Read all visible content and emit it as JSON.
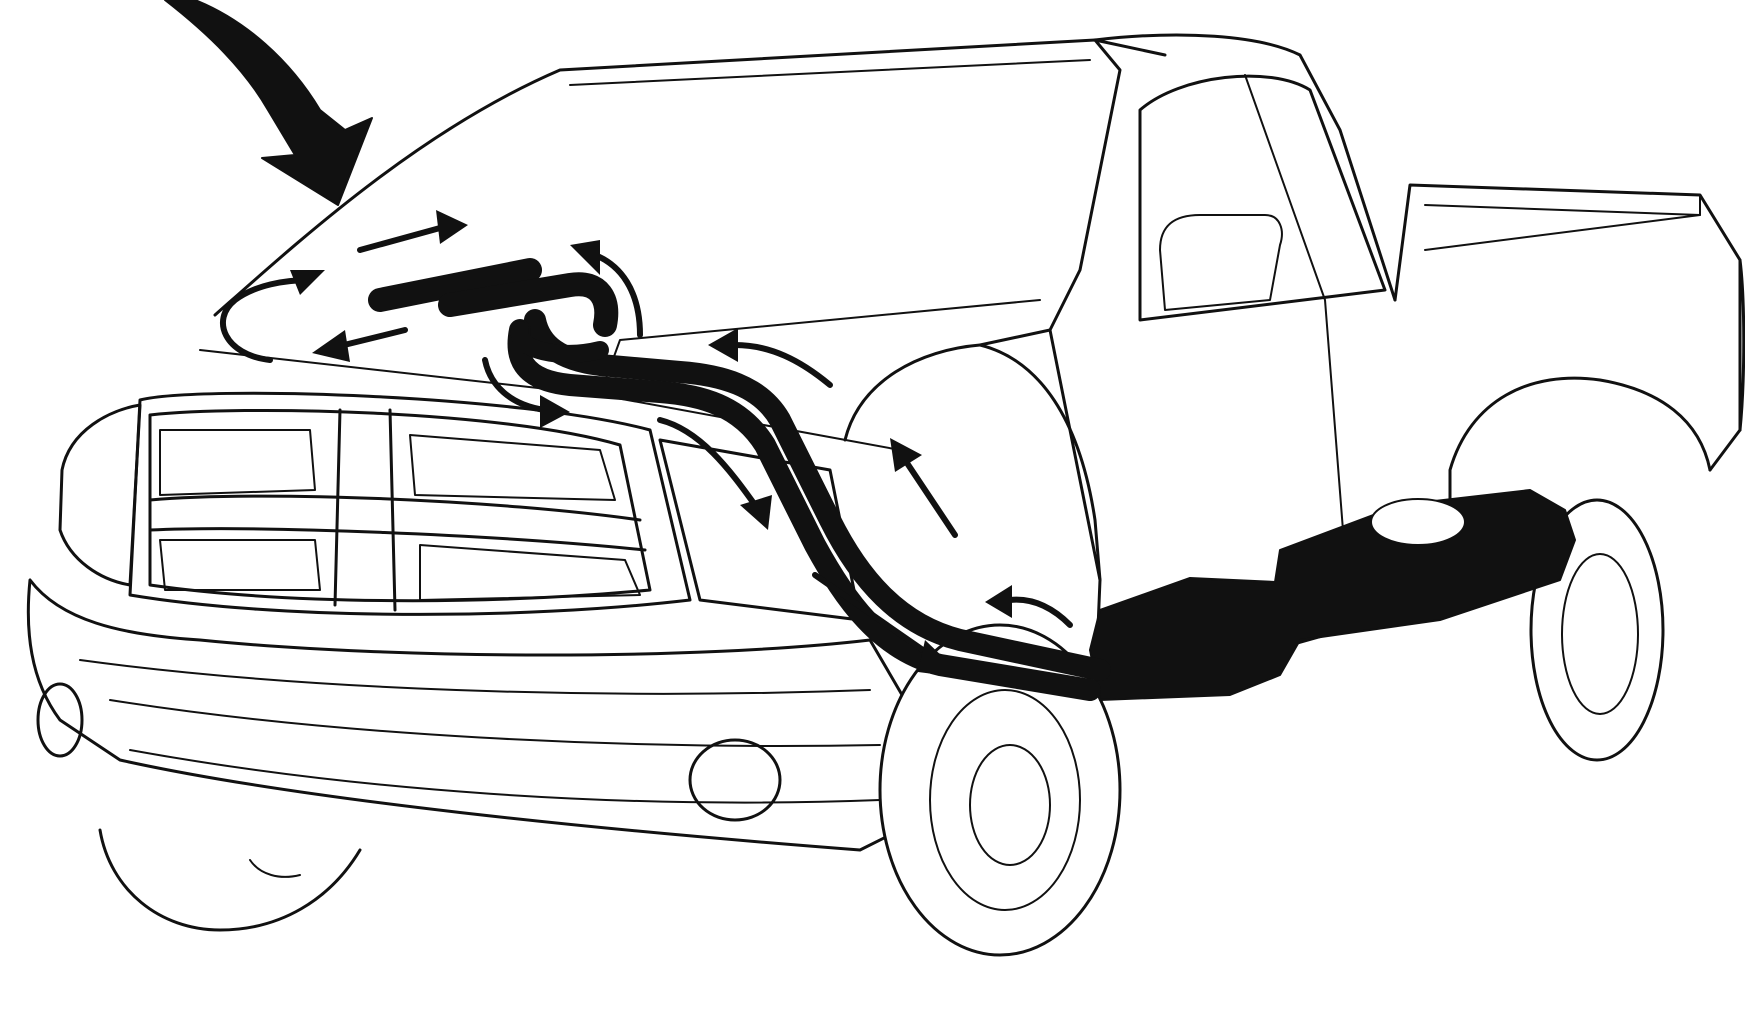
{
  "illustration": {
    "subject": "pickup-truck",
    "style": "black line art on white",
    "colors": {
      "ink": "#111111",
      "paper": "#ffffff"
    },
    "components": [
      "vehicle-body",
      "hose-assembly",
      "auxiliary-tank",
      "flow-arrows",
      "pointer-arrow"
    ]
  }
}
